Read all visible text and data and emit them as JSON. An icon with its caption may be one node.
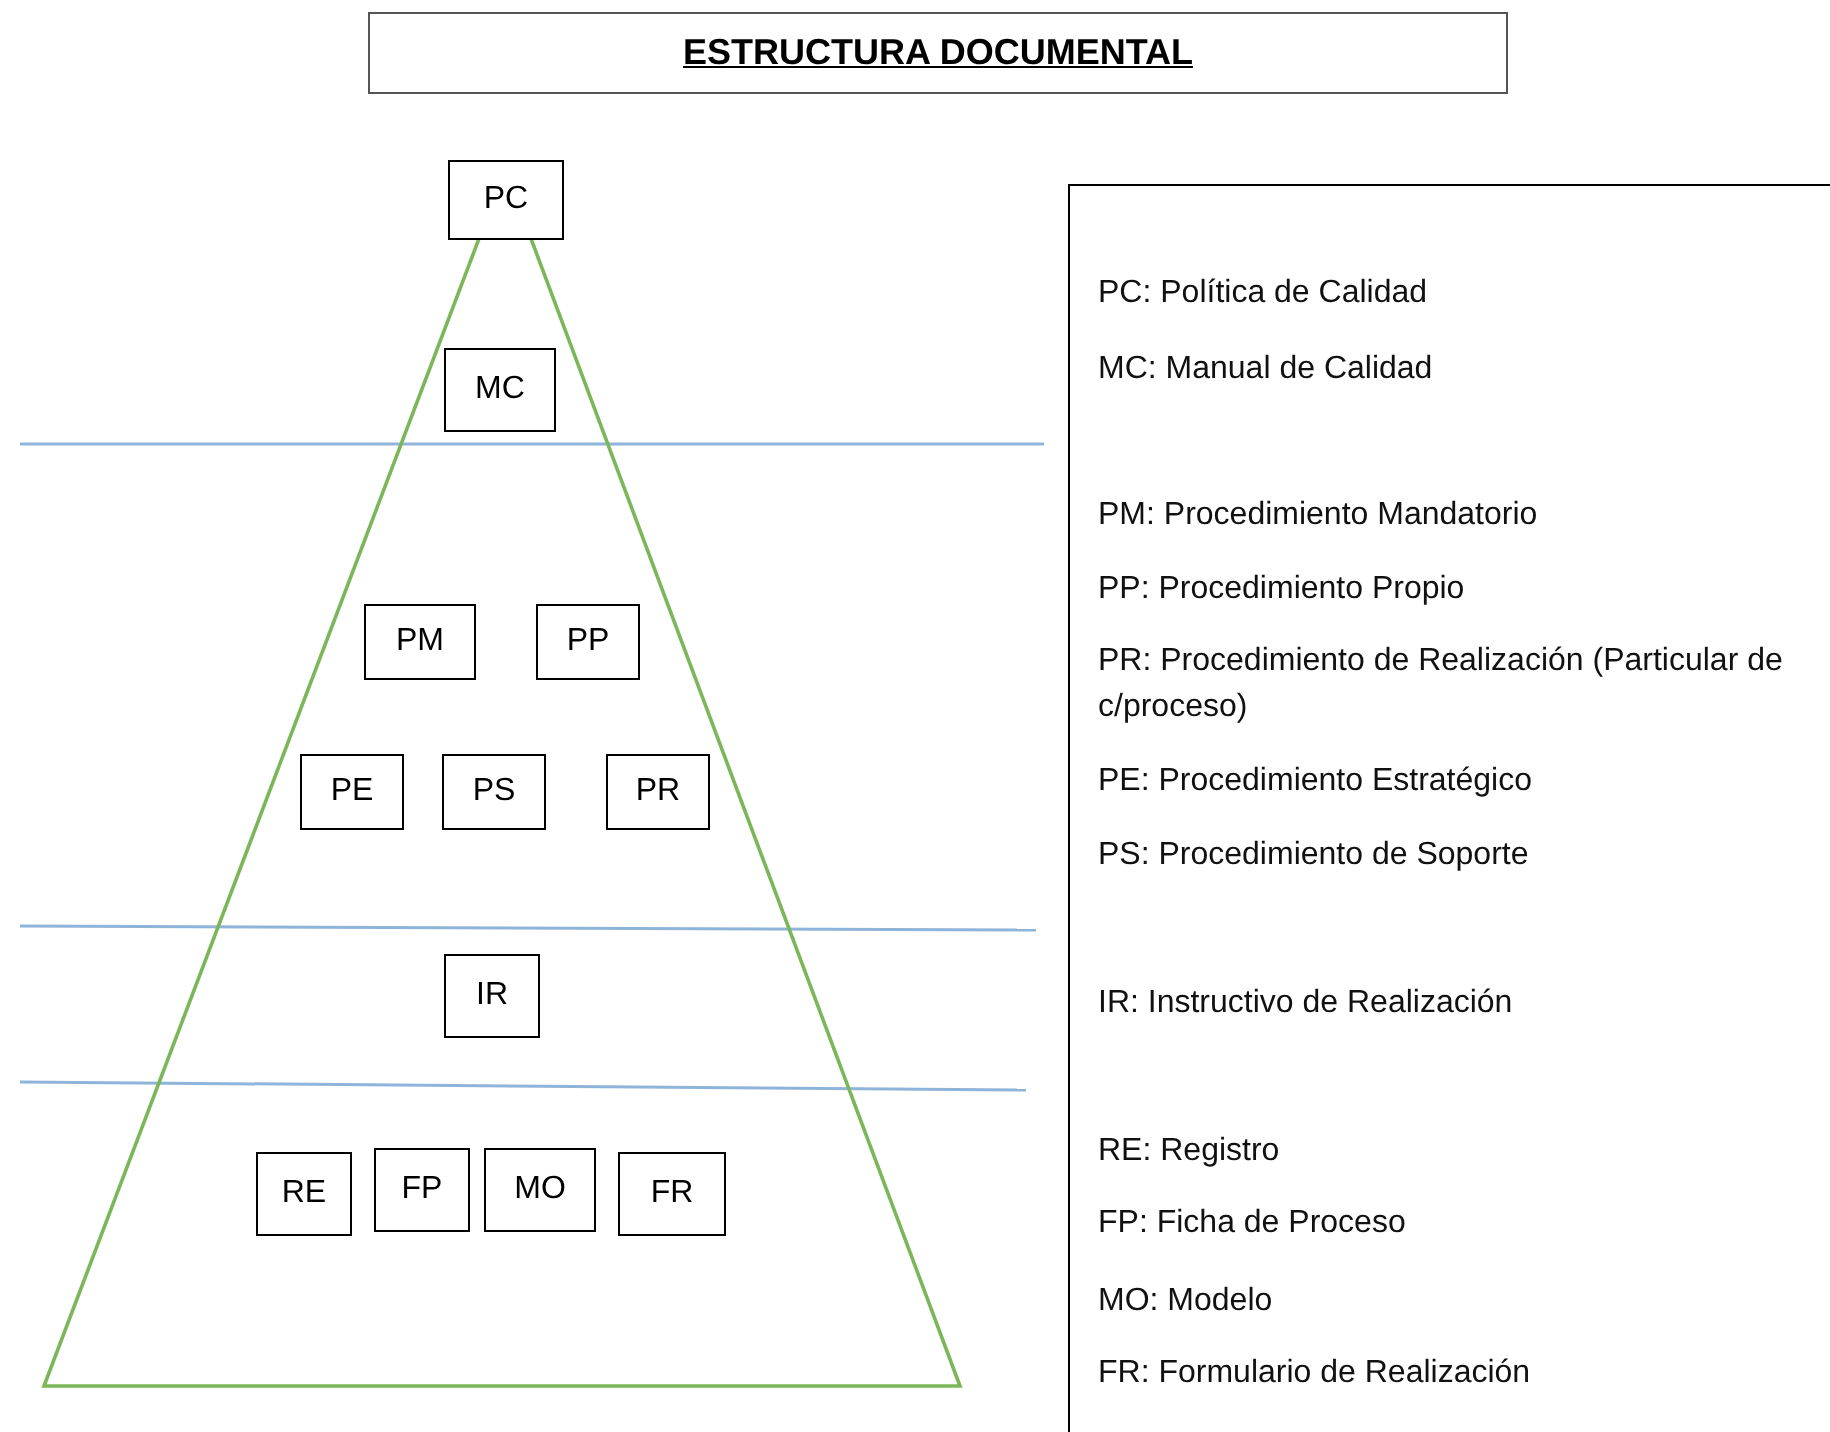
{
  "diagram": {
    "title": "ESTRUCTURA DOCUMENTAL",
    "nodes": [
      {
        "text": [
          "PC"
        ]
      },
      {
        "text": [
          "MC"
        ]
      },
      {
        "text": [
          "PM"
        ]
      },
      {
        "text": [
          "PP"
        ]
      },
      {
        "text": [
          "PE"
        ]
      },
      {
        "text": [
          "PS"
        ]
      },
      {
        "text": [
          "PR"
        ]
      },
      {
        "text": [
          "IR"
        ]
      },
      {
        "text": [
          "RE"
        ]
      },
      {
        "text": [
          "FP"
        ]
      },
      {
        "text": [
          "MO"
        ]
      },
      {
        "text": [
          "FR"
        ]
      },
      {
        "text": [
          "PC: Política de Calidad",
          "MC: Manual de Calidad",
          "PM: Procedimiento Mandatorio",
          "PP: Procedimiento Propio",
          "PR: Procedimiento de Realización (Particular de c/proceso)",
          "PE: Procedimiento Estratégico",
          "PS: Procedimiento de Soporte",
          "IR: Instructivo de Realización",
          "RE: Registro",
          "FP: Ficha de Proceso",
          "MO: Modelo",
          "FR: Formulario de Realización"
        ]
      }
    ],
    "edges": []
  }
}
